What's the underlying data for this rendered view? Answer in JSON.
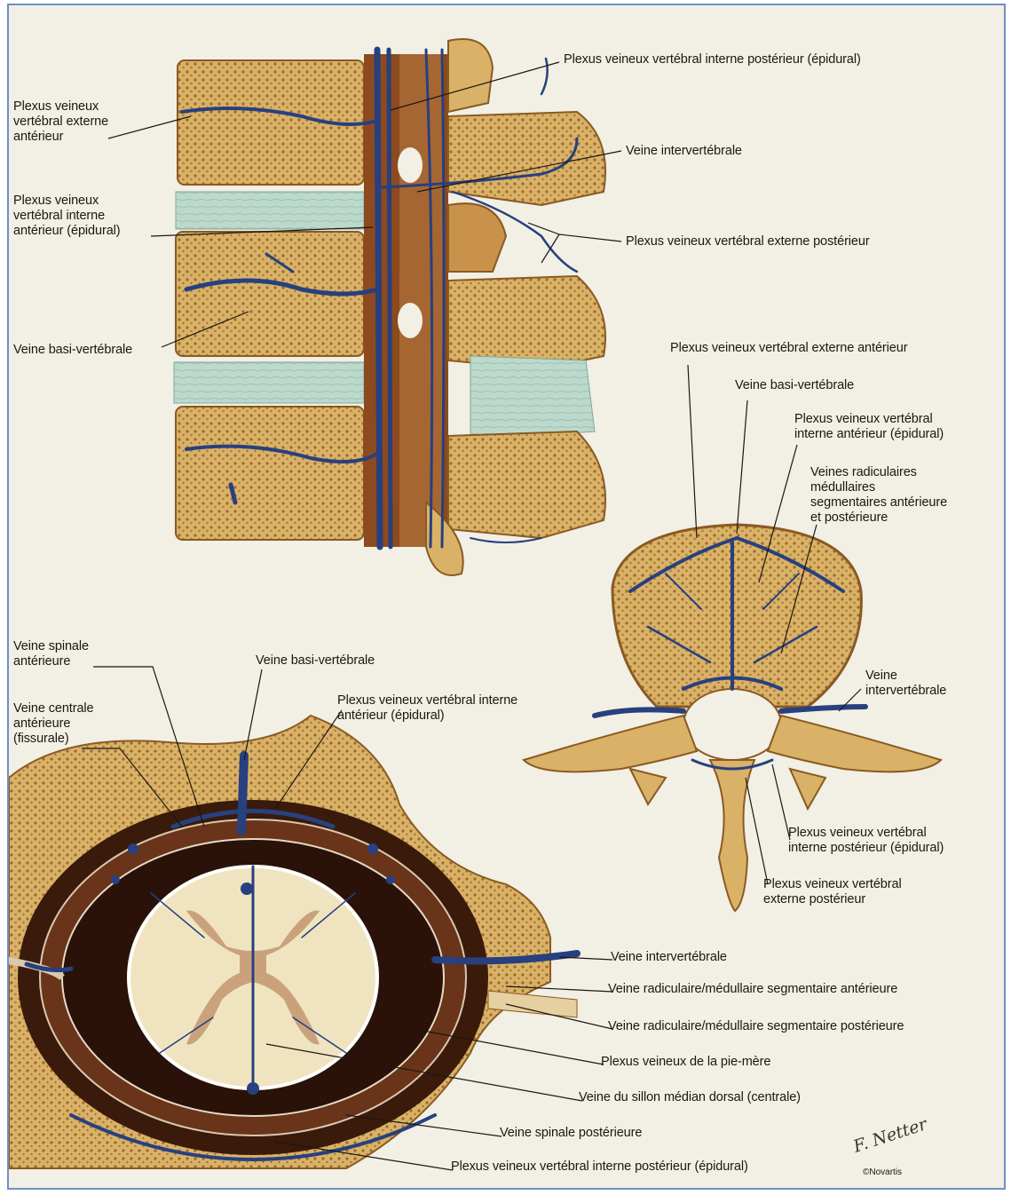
{
  "colors": {
    "background": "#f2efe4",
    "frame_border": "#6f8fc8",
    "bone": "#d9b268",
    "bone_dark": "#9a6a2c",
    "disc": "#bcd9cc",
    "vein": "#27407f",
    "dura": "#5a2a12",
    "cord": "#f0e4c0",
    "grey_matter": "#c9a27c"
  },
  "lateral_view": {
    "labels": {
      "plexus_ext_ant": "Plexus veineux\nvertébral externe\nantérieur",
      "plexus_int_post": "Plexus veineux vertébral interne postérieur (épidural)",
      "veine_interverteb": "Veine intervertébrale",
      "plexus_int_ant": "Plexus veineux\nvertébral interne\nantérieur (épidural)",
      "plexus_ext_post": "Plexus veineux vertébral externe postérieur",
      "veine_basi": "Veine basi-vertébrale"
    }
  },
  "axial_vertebra": {
    "labels": {
      "plexus_ext_ant": "Plexus veineux vertébral externe antérieur",
      "veine_basi": "Veine basi-vertébrale",
      "plexus_int_ant": "Plexus veineux vertébral\ninterne antérieur (épidural)",
      "veines_radic": "Veines radiculaires\nmédullaires\nsegmentaires antérieure\net postérieure",
      "veine_interverteb": "Veine\nintervertébrale",
      "plexus_int_post": "Plexus veineux vertébral\ninterne postérieur (épidural)",
      "plexus_ext_post": "Plexus veineux vertébral\nexterne postérieur"
    }
  },
  "spinal_cord_section": {
    "labels": {
      "veine_spinale_ant": "Veine spinale\nantérieure",
      "veine_basi": "Veine basi-vertébrale",
      "plexus_int_ant": "Plexus veineux vertébral interne\nantérieur (épidural)",
      "veine_centrale_ant": "Veine centrale\nantérieure\n(fissurale)",
      "veine_interverteb": "Veine intervertébrale",
      "veine_radic_ant": "Veine radiculaire/médullaire segmentaire antérieure",
      "veine_radic_post": "Veine radiculaire/médullaire segmentaire postérieure",
      "plexus_pie_mere": "Plexus veineux de la pie-mère",
      "veine_sillon": "Veine du sillon médian dorsal (centrale)",
      "veine_spinale_post": "Veine spinale postérieure",
      "plexus_int_post": "Plexus veineux vertébral interne postérieur (épidural)"
    }
  },
  "signature": "F. Netter",
  "copyright": "©Novartis"
}
